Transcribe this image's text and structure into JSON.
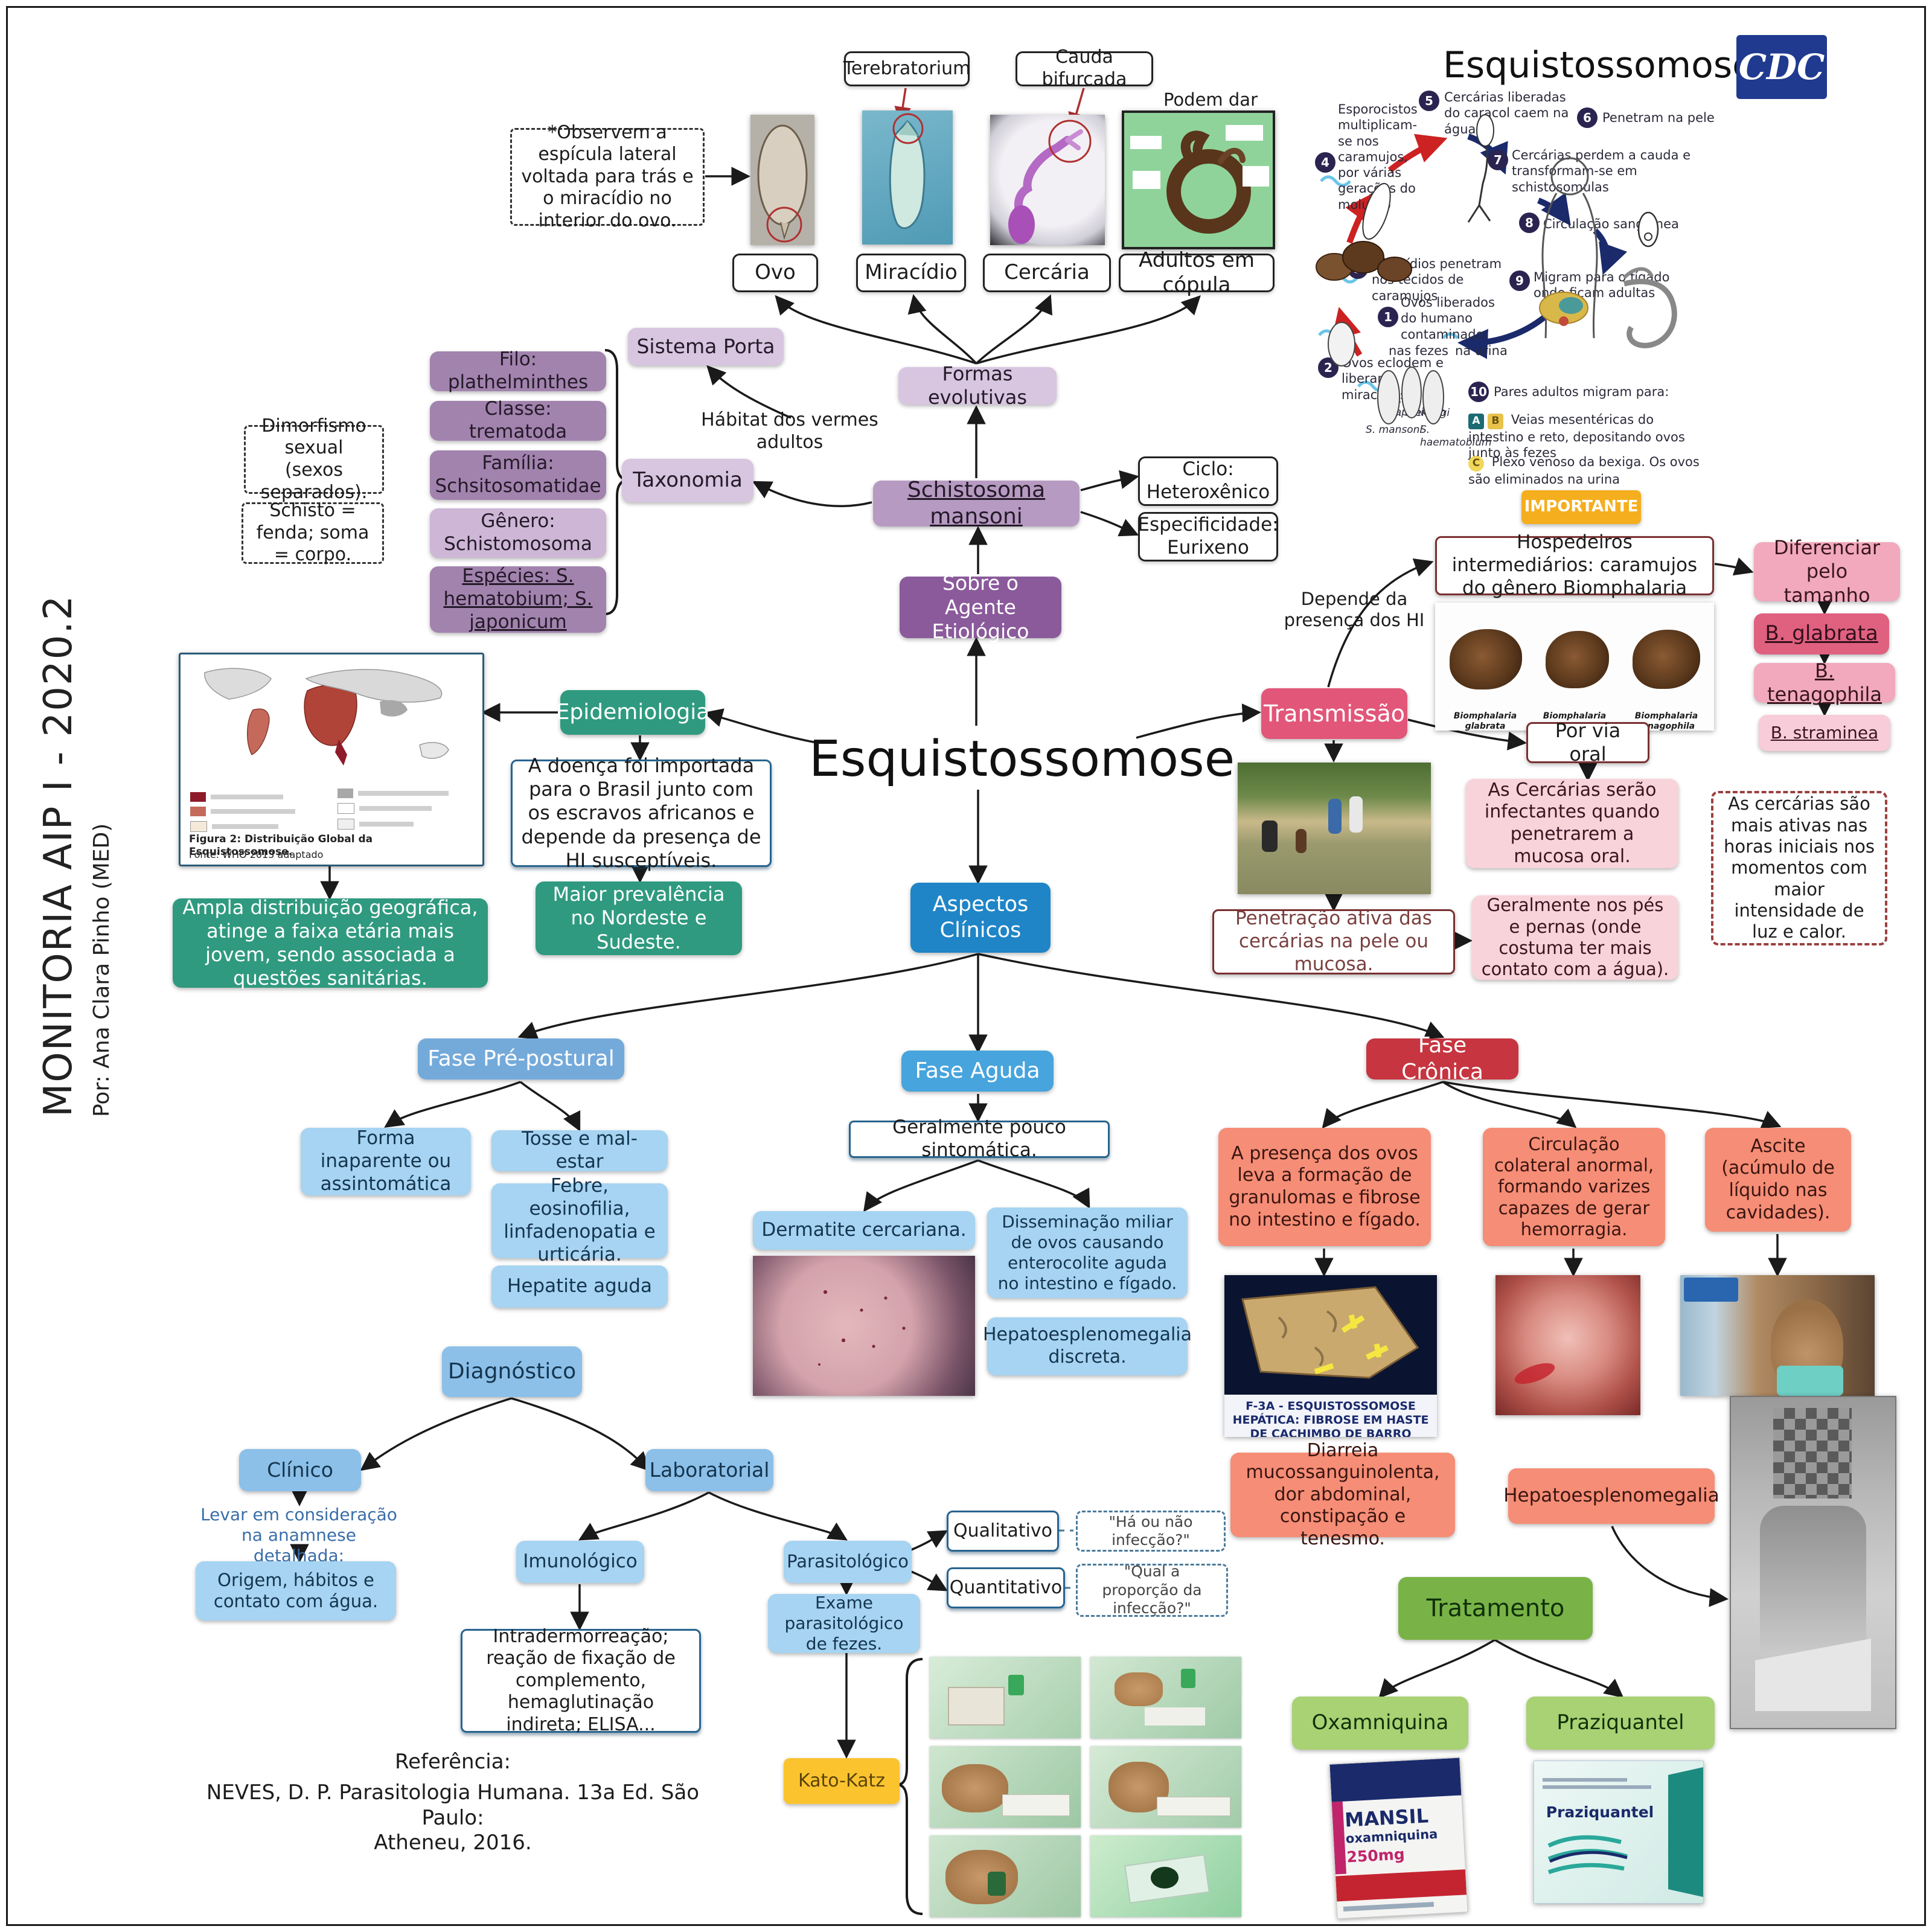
{
  "sidebar": {
    "title": "MONITORIA AIP I - 2020.2",
    "author": "Por: Ana Clara Pinho (MED)"
  },
  "top": {
    "note": "*Observem a espícula lateral voltada para trás e o miracídio no interior do ovo.",
    "terebratorium": "Terebratorium",
    "cauda_bifurcada": "Cauda bifurcada",
    "podem_zoom": "Podem dar zoom.",
    "stages": [
      "Ovo",
      "Miracídio",
      "Cercária",
      "Adultos em cópula"
    ]
  },
  "cdc": {
    "title": "Esquistossomose",
    "logo": "CDC",
    "markers": {
      "a": "A",
      "b": "B",
      "c": "C"
    },
    "steps": [
      {
        "n": "5",
        "t": "Cercárias liberadas do caracol caem na água"
      },
      {
        "n": "6",
        "t": "Penetram na pele"
      },
      {
        "n": "4",
        "t": "Esporocistos multiplicam-se nos caramujos, por várias gerações do molusco"
      },
      {
        "n": "7",
        "t": "Cercárias perdem a cauda e transformam-se em schistosomulas"
      },
      {
        "n": "8",
        "t": "Circulação sanguínea"
      },
      {
        "n": "9",
        "t": "Migram para o fígado onde ficam adultas"
      },
      {
        "n": "3",
        "t": "Miracídios penetram nos tecidos de caramujos"
      },
      {
        "n": "1",
        "t": "Ovos liberados do humano contaminado:"
      },
      {
        "n": "2",
        "t": "Ovos eclodem e liberam miracídios"
      },
      {
        "n": "10",
        "t": "Pares adultos migram para:"
      }
    ],
    "fezes": "nas fezes",
    "urina": "na urina",
    "route_ab": "Veias mesentéricas do intestino e reto, depositando ovos junto às fezes",
    "route_c": "Plexo venoso da bexiga. Os ovos são eliminados na urina",
    "species": [
      "S. mansoni",
      "S. japonicum",
      "S. mekongi",
      "S. haematobium"
    ]
  },
  "taxonomy": {
    "sistema_porta": "Sistema Porta",
    "habitat": "Hábitat dos vermes adultos",
    "filo": "Filo: plathelminthes",
    "classe": "Classe: trematoda",
    "familia": "Família: Schsitosomatidae",
    "genero": "Gênero: Schistomosoma",
    "especies": "Espécies: S. hematobium; S. japonicum",
    "dimorfismo": "Dimorfismo sexual (sexos separados).",
    "schisto": "Schisto = fenda; soma = corpo.",
    "taxonomia": "Taxonomia"
  },
  "agent": {
    "formas": "Formas evolutivas",
    "mansoni": "Schistosoma mansoni",
    "ciclo": "Ciclo: Heteroxênico",
    "especificidade": "Especificidade: Eurixeno",
    "sobre": "Sobre o Agente Etiológico"
  },
  "center": {
    "title": "Esquistossomose",
    "aspectos": "Aspectos Clínicos"
  },
  "epidemiologia": {
    "header": "Epidemiologia",
    "importada": "A doença foi importada para o Brasil junto com os escravos africanos e depende da presença de HI susceptíveis.",
    "maior": "Maior prevalência no Nordeste e Sudeste.",
    "ampla": "Ampla distribuição geográfica, atinge a faixa etária mais jovem, sendo associada a questões sanitárias.",
    "map_caption1": "Figura 2: Distribuição Global da Esquistossomose.",
    "map_caption2": "Fonte: WHO 2013 adaptado"
  },
  "transmissao": {
    "importante": "IMPORTANTE",
    "header": "Transmissão",
    "depende": "Depende da presença dos HI",
    "hospedeiros": "Hospedeiros intermediários: caramujos do gênero Biomphalaria",
    "snail_labels": [
      "Biomphalaria glabrata",
      "Biomphalaria straminea",
      "Biomphalaria tenagophila"
    ],
    "diferenciar": "Diferenciar pelo tamanho",
    "b1": "B. glabrata",
    "b2": "B. tenagophila",
    "b3": "B. straminea",
    "por_via_oral": "Por via oral",
    "cercarias_infectantes": "As Cercárias serão infectantes quando penetrarem a mucosa oral.",
    "penetracao": "Penetração ativa das cercárias na pele ou mucosa.",
    "geralmente_pes": "Geralmente nos pés e pernas (onde costuma ter mais contato com a água).",
    "cercarias_ativas": "As cercárias são mais ativas nas horas iniciais nos momentos com maior intensidade de luz e calor."
  },
  "clinica": {
    "fase_pre": "Fase Pré-postural",
    "forma_inaparente": "Forma inaparente ou assintomática",
    "tosse": "Tosse e mal-estar",
    "febre": "Febre, eosinofilia, linfadenopatia e urticária.",
    "hepatite": "Hepatite aguda",
    "fase_aguda": "Fase Aguda",
    "pouco_sintomatica": "Geralmente pouco sintomática.",
    "dermatite": "Dermatite cercariana.",
    "disseminacao": "Disseminação miliar de ovos causando enterocolite aguda no intestino e fígado.",
    "hepato_discreta": "Hepatoesplenomegalia discreta.",
    "fase_cronica": "Fase Crônica",
    "presenca_ovos": "A presença dos ovos leva a formação de granulomas e fibrose no intestino e fígado.",
    "circulacao": "Circulação colateral anormal, formando varizes capazes de gerar hemorragia.",
    "ascite": "Ascite (acúmulo de líquido nas cavidades).",
    "liver_caption": "F-3A - ESQUISTOSSOMOSE HEPÁTICA: FIBROSE EM HASTE DE CACHIMBO DE BARRO",
    "diarreia": "Diarreia mucossanguinolenta, dor abdominal, constipação e tenesmo.",
    "hepatoesplenomegalia": "Hepatoesplenomegalia"
  },
  "diagnostico": {
    "header": "Diagnóstico",
    "clinico": "Clínico",
    "laboratorial": "Laboratorial",
    "levar": "Levar em consideração na anamnese detalhada:",
    "origem": "Origem, hábitos e contato com água.",
    "imunologico": "Imunológico",
    "parasitologico": "Parasitológico",
    "qualitativo": "Qualitativo",
    "quantitativo": "Quantitativo",
    "ha_infeccao": "\"Há ou não infecção?\"",
    "proporcao": "\"Qual a proporção da infecção?\"",
    "intradermo": "Intradermorreação; reação de fixação de complemento, hemaglutinação indireta; ELISA...",
    "exame": "Exame parasitológico de fezes.",
    "kato": "Kato-Katz"
  },
  "tratamento": {
    "header": "Tratamento",
    "oxamniquina": "Oxamniquina",
    "praziquantel": "Praziquantel",
    "mansil_brand": "MANSIL",
    "mansil_sub": "oxamniquina",
    "mansil_dose": "250mg",
    "praz_brand": "Praziquantel"
  },
  "referencia": {
    "l1": "Referência:",
    "l2": "NEVES, D. P. Parasitologia Humana. 13a Ed. São Paulo:",
    "l3": "Atheneu, 2016."
  }
}
